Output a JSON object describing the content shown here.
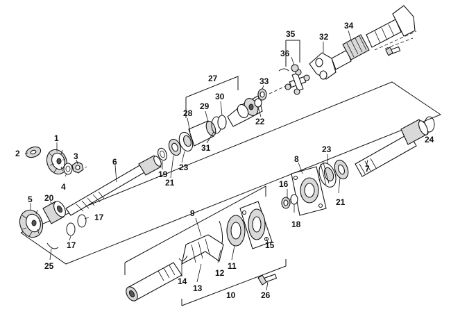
{
  "diagram": {
    "callouts": [
      "1",
      "2",
      "3",
      "4",
      "5",
      "6",
      "7",
      "8",
      "9",
      "10",
      "11",
      "12",
      "13",
      "14",
      "15",
      "16",
      "17",
      "17",
      "18",
      "19",
      "20",
      "21",
      "21",
      "22",
      "23",
      "23",
      "24",
      "25",
      "26",
      "27",
      "28",
      "29",
      "30",
      "31",
      "32",
      "33",
      "34",
      "35",
      "36"
    ]
  }
}
